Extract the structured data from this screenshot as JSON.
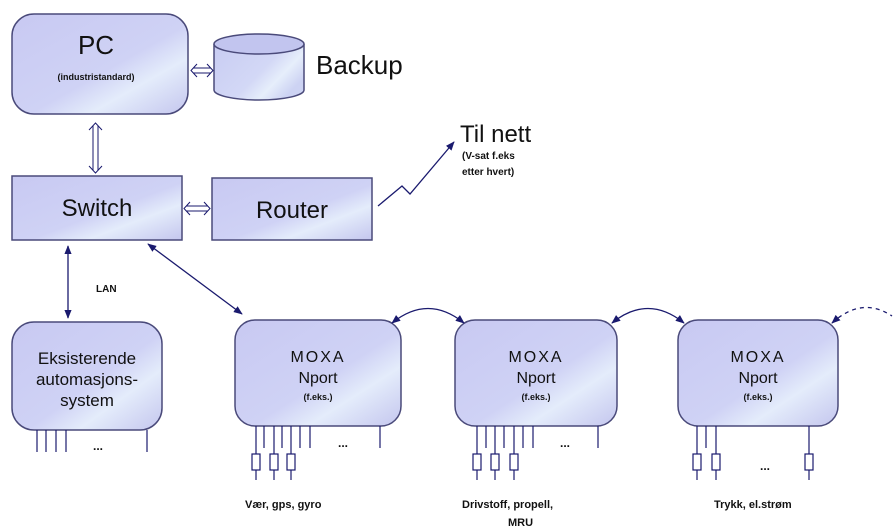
{
  "pc": {
    "title": "PC",
    "subtitle": "(industristandard)"
  },
  "backup": {
    "label": "Backup"
  },
  "switch": {
    "label": "Switch"
  },
  "router": {
    "label": "Router"
  },
  "internet": {
    "title": "Til nett",
    "sub1": "(V-sat f.eks",
    "sub2": "etter hvert)"
  },
  "lan_label": "LAN",
  "existing": {
    "line1": "Eksisterende",
    "line2": "automasjons-",
    "line3": "system",
    "dots": "..."
  },
  "moxa": [
    {
      "line1": "MOXA",
      "line2": "Nport",
      "line3": "(f.eks.)",
      "dots": "...",
      "caption": "Vær, gps, gyro",
      "caption2": ""
    },
    {
      "line1": "MOXA",
      "line2": "Nport",
      "line3": "(f.eks.)",
      "dots": "...",
      "caption": "Drivstoff, propell,",
      "caption2": "MRU"
    },
    {
      "line1": "MOXA",
      "line2": "Nport",
      "line3": "(f.eks.)",
      "dots": "...",
      "caption": "Trykk, el.strøm",
      "caption2": ""
    }
  ],
  "colors": {
    "box_fill": "#cfd2f5",
    "box_stroke": "#4a4a7a",
    "arrow": "#1a1a6e"
  }
}
